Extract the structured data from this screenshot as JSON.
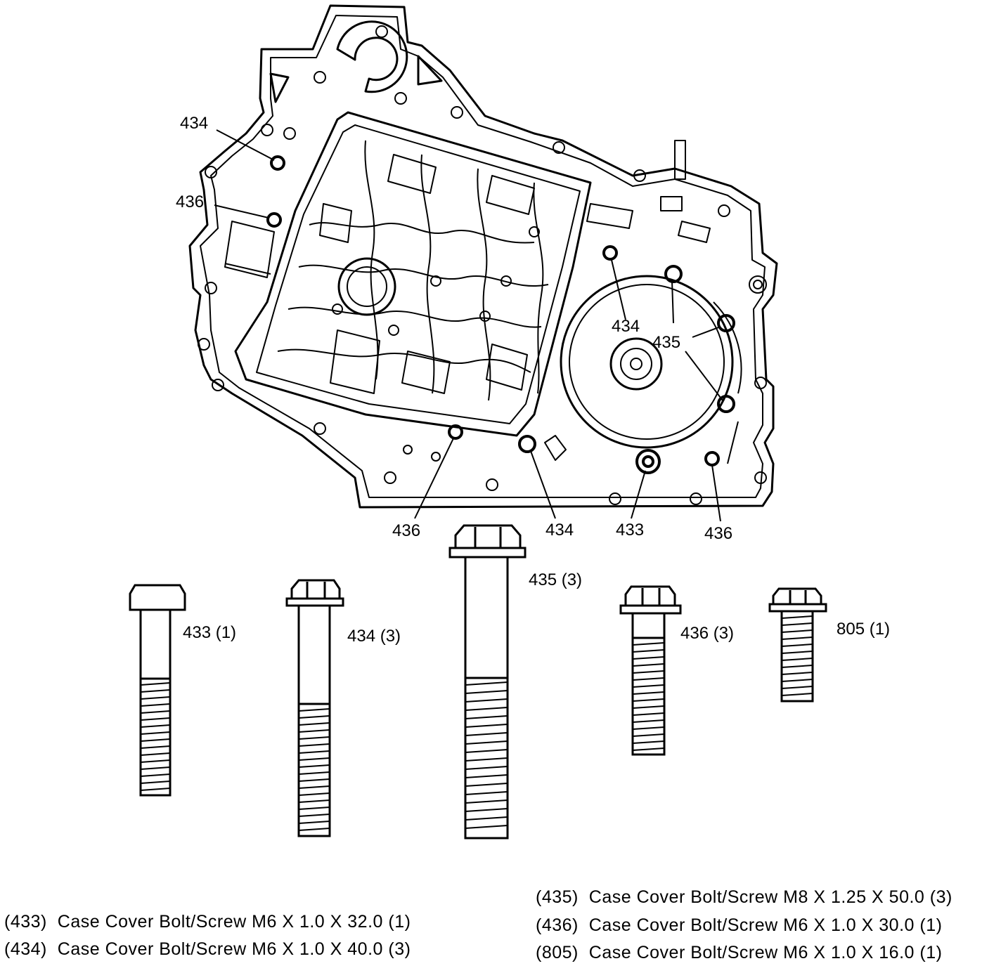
{
  "callouts": {
    "top_434": "434",
    "top_436": "436",
    "mid_434": "434",
    "mid_435": "435",
    "bot_436_left": "436",
    "bot_434": "434",
    "bot_433": "433",
    "bot_436_right": "436"
  },
  "bolts": [
    {
      "id": "433",
      "label": "433 (1)"
    },
    {
      "id": "434",
      "label": "434 (3)"
    },
    {
      "id": "435",
      "label": "435 (3)"
    },
    {
      "id": "436",
      "label": "436 (3)"
    },
    {
      "id": "805",
      "label": "805 (1)"
    }
  ],
  "legend": [
    {
      "code": "(433)",
      "text": "Case Cover Bolt/Screw M6 X 1.0 X 32.0 (1)"
    },
    {
      "code": "(434)",
      "text": "Case Cover Bolt/Screw M6 X 1.0 X 40.0 (3)"
    },
    {
      "code": "(435)",
      "text": "Case Cover Bolt/Screw M8 X 1.25 X 50.0 (3)"
    },
    {
      "code": "(436)",
      "text": "Case Cover Bolt/Screw M6 X 1.0 X 30.0 (1)"
    },
    {
      "code": "(805)",
      "text": "Case Cover Bolt/Screw M6 X 1.0 X 16.0 (1)"
    }
  ]
}
